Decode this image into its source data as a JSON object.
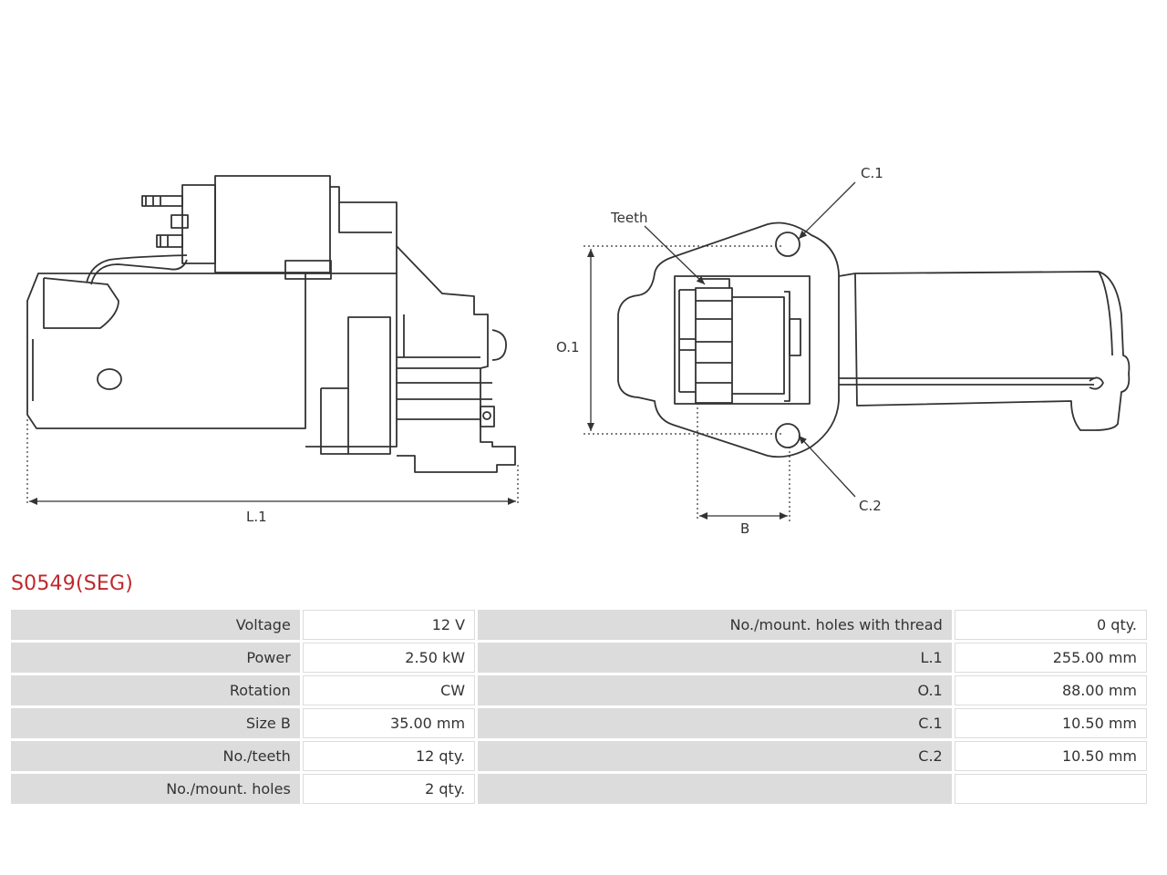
{
  "diagram": {
    "labels": {
      "l1": "L.1",
      "o1": "O.1",
      "b": "B",
      "c1": "C.1",
      "c2": "C.2",
      "teeth": "Teeth"
    }
  },
  "part": {
    "title": "S0549(SEG)"
  },
  "specs": {
    "rows": [
      {
        "label_left": "Voltage",
        "value_left": "12 V",
        "label_right": "No./mount. holes with thread",
        "value_right": "0 qty."
      },
      {
        "label_left": "Power",
        "value_left": "2.50 kW",
        "label_right": "L.1",
        "value_right": "255.00 mm"
      },
      {
        "label_left": "Rotation",
        "value_left": "CW",
        "label_right": "O.1",
        "value_right": "88.00 mm"
      },
      {
        "label_left": "Size B",
        "value_left": "35.00 mm",
        "label_right": "C.1",
        "value_right": "10.50 mm"
      },
      {
        "label_left": "No./teeth",
        "value_left": "12 qty.",
        "label_right": "C.2",
        "value_right": "10.50 mm"
      },
      {
        "label_left": "No./mount. holes",
        "value_left": "2 qty.",
        "label_right": "",
        "value_right": ""
      }
    ]
  }
}
